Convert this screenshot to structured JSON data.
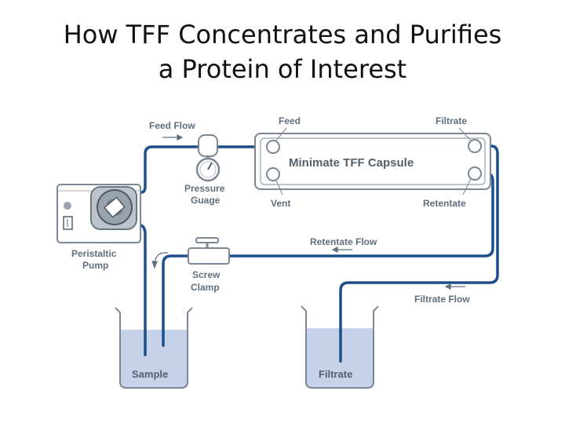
{
  "title": {
    "line1": "How TFF Concentrates and Purifies",
    "line2": "a Protein of Interest"
  },
  "diagram": {
    "labels": {
      "feed_flow": "Feed Flow",
      "feed": "Feed",
      "filtrate_port": "Filtrate",
      "capsule": "Minimate TFF Capsule",
      "pressure_gauge": "Pressure Guage",
      "pressure_gauge_line1": "Pressure",
      "pressure_gauge_line2": "Guage",
      "vent": "Vent",
      "retentate_port": "Retentate",
      "retentate_flow": "Retentate Flow",
      "peristaltic_pump_line1": "Peristaltic",
      "peristaltic_pump_line2": "Pump",
      "screw_clamp_line1": "Screw",
      "screw_clamp_line2": "Clamp",
      "filtrate_flow": "Filtrate Flow",
      "sample_beaker": "Sample",
      "filtrate_beaker": "Filtrate"
    },
    "colors": {
      "tubing": "#1f4f8a",
      "liquid": "#c6d1ea",
      "outline": "#7b8794",
      "label": "#5f6f7f"
    },
    "icons": {
      "pump": "peristaltic-pump-icon",
      "gauge": "pressure-gauge-icon",
      "clamp": "screw-clamp-icon",
      "capsule": "tff-capsule-icon",
      "beaker": "beaker-icon"
    }
  }
}
